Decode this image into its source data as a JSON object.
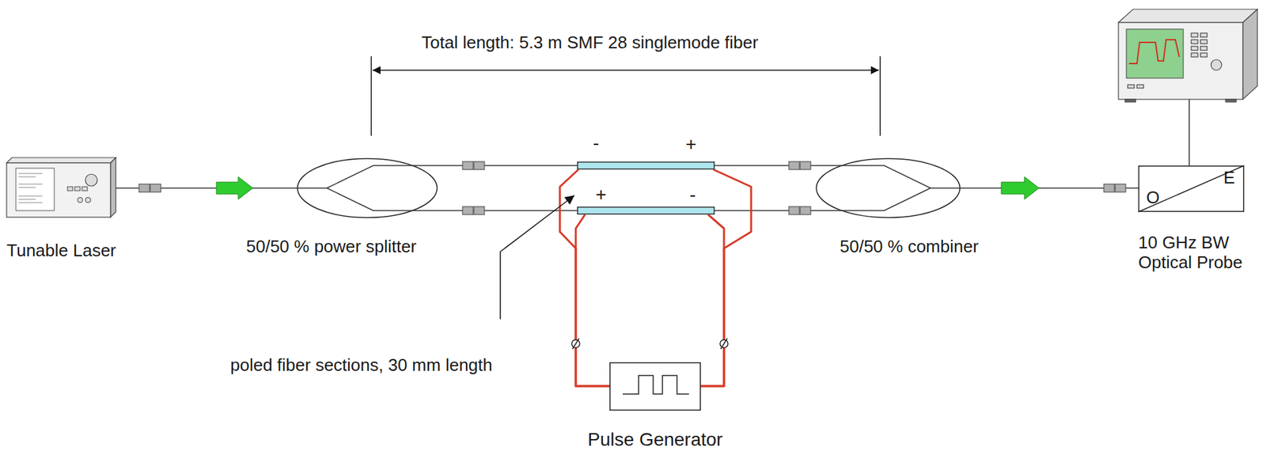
{
  "diagram": {
    "nodes": [
      {
        "text": [
          "Tunable Laser"
        ]
      },
      {
        "text": [
          "50/50 % power splitter"
        ]
      },
      {
        "text": [
          "-",
          "+"
        ]
      },
      {
        "text": [
          "+",
          "-"
        ]
      },
      {
        "text": [
          "50/50 % combiner"
        ]
      },
      {
        "text": [
          "O",
          "E",
          "10 GHz BW Optical Probe"
        ]
      },
      {
        "text": [
          "Pulse Generator"
        ]
      }
    ],
    "edges": [
      {
        "from": 0,
        "to": 1,
        "arrow": "to"
      },
      {
        "from": 1,
        "to": 2,
        "arrow": "none"
      },
      {
        "from": 1,
        "to": 3,
        "arrow": "none"
      },
      {
        "from": 2,
        "to": 4,
        "arrow": "none"
      },
      {
        "from": 3,
        "to": 4,
        "arrow": "none"
      },
      {
        "from": 4,
        "to": 5,
        "arrow": "to"
      },
      {
        "from": 6,
        "to": 2,
        "arrow": "none"
      },
      {
        "from": 6,
        "to": 3,
        "arrow": "none"
      },
      {
        "from": 6,
        "to": 2,
        "arrow": "none"
      },
      {
        "from": 6,
        "to": 3,
        "arrow": "none"
      }
    ],
    "labels": [
      "Total length: 5.3 m SMF 28 singlemode fiber",
      "poled fiber sections, 30 mm length"
    ]
  }
}
